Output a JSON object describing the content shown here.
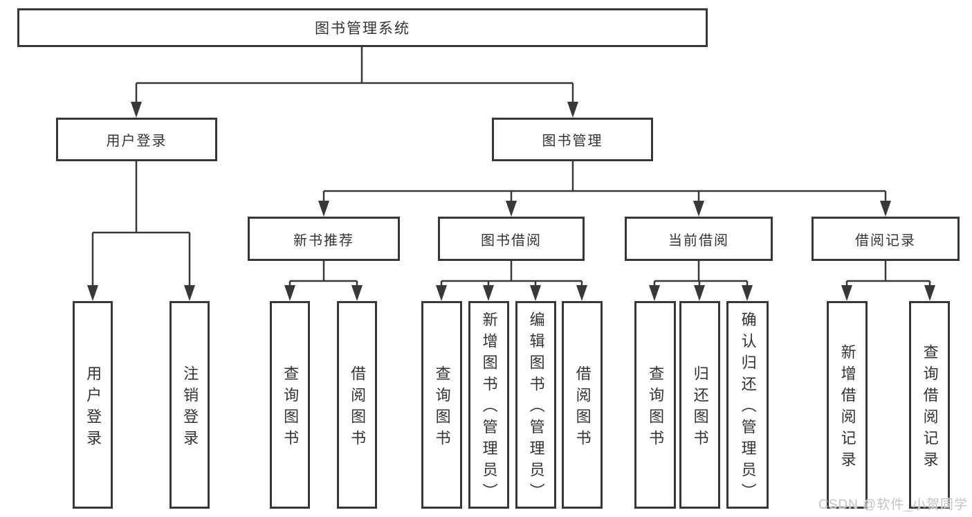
{
  "diagram": {
    "root": "图书管理系统",
    "user_login": {
      "label": "用户登录",
      "children": [
        "用户登录",
        "注销登录"
      ]
    },
    "book_management": {
      "label": "图书管理",
      "sections": [
        {
          "label": "新书推荐",
          "children": [
            "查询图书",
            "借阅图书"
          ]
        },
        {
          "label": "图书借阅",
          "children": [
            "查询图书",
            "新增图书（管理员）",
            "编辑图书（管理员）",
            "借阅图书"
          ]
        },
        {
          "label": "当前借阅",
          "children": [
            "查询图书",
            "归还图书",
            "确认归还（管理员）"
          ]
        },
        {
          "label": "借阅记录",
          "children": [
            "新增借阅记录",
            "查询借阅记录"
          ]
        }
      ]
    },
    "colors": {
      "line": "#383838",
      "border": "#373737",
      "text": "#333333",
      "watermark_text": "#c4c4c4"
    }
  },
  "watermark": "CSDN @软件_小贺同学"
}
